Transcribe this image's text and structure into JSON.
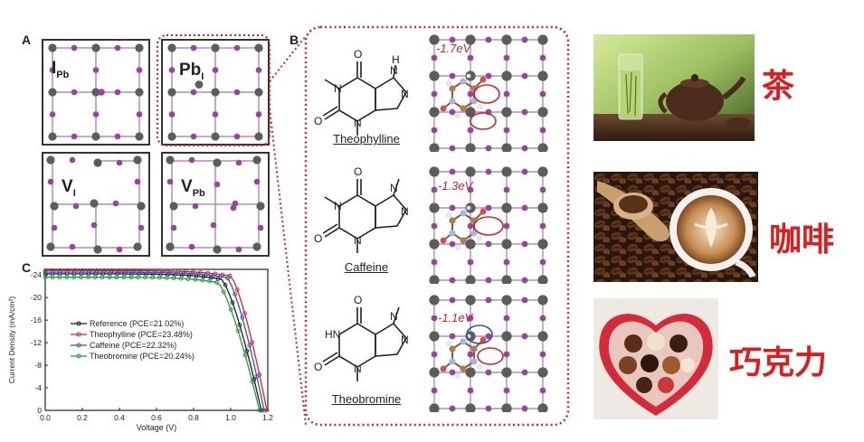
{
  "panels": {
    "a_label": "A",
    "b_label": "B",
    "c_label": "C"
  },
  "defects": {
    "ipb": {
      "main": "I",
      "sub": "Pb"
    },
    "pbi": {
      "main": "Pb",
      "sub": "I"
    },
    "vi": {
      "main": "V",
      "sub": "I"
    },
    "vpb": {
      "main": "V",
      "sub": "Pb"
    }
  },
  "molecules": [
    {
      "name": "Theophylline",
      "energy": "-1.7eV"
    },
    {
      "name": "Caffeine",
      "energy": "-1.3eV"
    },
    {
      "name": "Theobromine",
      "energy": "-1.1eV"
    }
  ],
  "foods": {
    "tea": "茶",
    "coffee": "咖啡",
    "chocolate": "巧克力"
  },
  "colors": {
    "pb_atom": "#5c5c5c",
    "i_atom": "#9c3fa6",
    "highlight_red": "#d52222",
    "highlight_blue": "#3450a8"
  },
  "chart_data": {
    "type": "line",
    "xlabel": "Voltage (V)",
    "ylabel": "Current Density (mA/cm²)",
    "xlim": [
      0.0,
      1.2
    ],
    "ylim": [
      0,
      -25
    ],
    "xticks": [
      "0.0",
      "0.2",
      "0.4",
      "0.6",
      "0.8",
      "1.0",
      "1.2"
    ],
    "yticks": [
      "-24",
      "-20",
      "-16",
      "-12",
      "-8",
      "-4",
      "0"
    ],
    "series": [
      {
        "name": "Reference (PCE=21.02%)",
        "color": "#1a1a1a",
        "jsc": -24.2,
        "voc": 1.165,
        "knee": 0.95
      },
      {
        "name": "Theophylline (PCE=23.48%)",
        "color": "#e02020",
        "jsc": -24.8,
        "voc": 1.195,
        "knee": 1.0
      },
      {
        "name": "Caffeine (PCE=22.32%)",
        "color": "#3a4fc9",
        "jsc": -24.5,
        "voc": 1.18,
        "knee": 0.98
      },
      {
        "name": "Theobromine (PCE=20.24%)",
        "color": "#1f9a3c",
        "jsc": -23.6,
        "voc": 1.155,
        "knee": 0.93
      }
    ]
  }
}
